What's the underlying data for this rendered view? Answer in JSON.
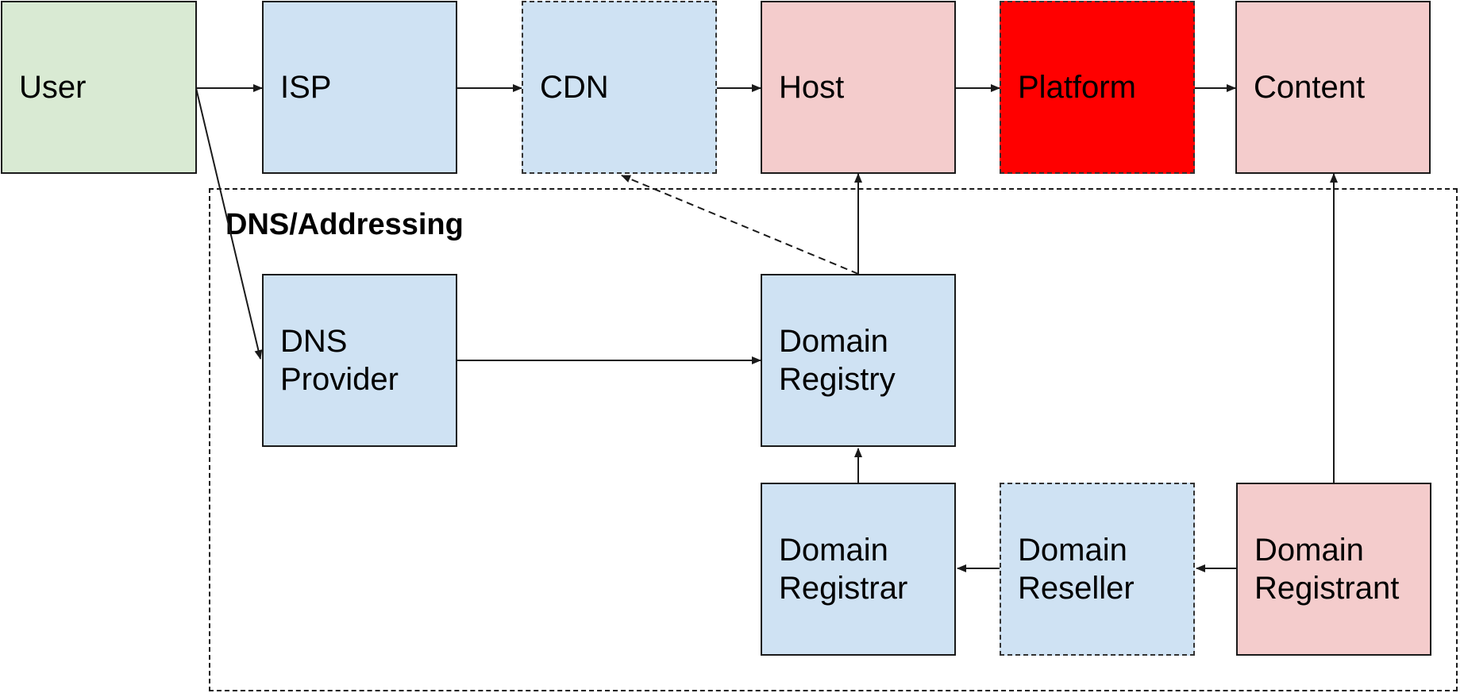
{
  "colors": {
    "user_fill": "#d9ead3",
    "network_fill": "#cfe2f3",
    "content_fill": "#f4cccc",
    "highlight_fill": "#ff0000",
    "stroke": "#1a1a1a"
  },
  "group": {
    "title": "DNS/Addressing"
  },
  "nodes": {
    "user": "User",
    "isp": "ISP",
    "cdn": "CDN",
    "host": "Host",
    "platform": "Platform",
    "content": "Content",
    "dns_provider": "DNS\nProvider",
    "domain_registry": "Domain\nRegistry",
    "domain_registrar": "Domain\nRegistrar",
    "domain_reseller": "Domain\nReseller",
    "domain_registrant": "Domain\nRegistrant"
  },
  "edges": [
    {
      "from": "User",
      "to": "ISP",
      "style": "solid"
    },
    {
      "from": "ISP",
      "to": "CDN",
      "style": "solid"
    },
    {
      "from": "CDN",
      "to": "Host",
      "style": "solid"
    },
    {
      "from": "Host",
      "to": "Platform",
      "style": "solid"
    },
    {
      "from": "Platform",
      "to": "Content",
      "style": "solid"
    },
    {
      "from": "User",
      "to": "DNS Provider",
      "style": "solid"
    },
    {
      "from": "DNS Provider",
      "to": "Domain Registry",
      "style": "solid"
    },
    {
      "from": "Domain Registry",
      "to": "Host",
      "style": "solid"
    },
    {
      "from": "Domain Registry",
      "to": "CDN",
      "style": "dashed"
    },
    {
      "from": "Domain Registrar",
      "to": "Domain Registry",
      "style": "solid"
    },
    {
      "from": "Domain Reseller",
      "to": "Domain Registrar",
      "style": "solid"
    },
    {
      "from": "Domain Registrant",
      "to": "Domain Reseller",
      "style": "solid"
    },
    {
      "from": "Domain Registrant",
      "to": "Content",
      "style": "solid"
    }
  ]
}
